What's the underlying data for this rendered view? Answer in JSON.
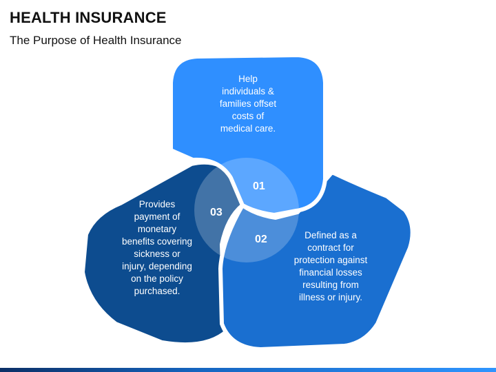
{
  "header": {
    "title": "HEALTH INSURANCE",
    "subtitle": "The Purpose of Health Insurance"
  },
  "segments": [
    {
      "number": "01",
      "text": "Help\nindividuals &\nfamilies offset\ncosts of\nmedical care.",
      "color": "#2f8fff"
    },
    {
      "number": "02",
      "text": "Defined as a\ncontract for\nprotection against\nfinancial losses\nresulting from\nillness or injury.",
      "color": "#1a6fd0"
    },
    {
      "number": "03",
      "text": "Provides\npayment of\nmonetary\nbenefits covering\nsickness or\ninjury, depending\non the policy\npurchased.",
      "color": "#0d4c8f"
    }
  ],
  "colors": {
    "center_circle": "#ffffff",
    "footer_bar_start": "#0b2f66",
    "footer_bar_end": "#2f95ff"
  }
}
